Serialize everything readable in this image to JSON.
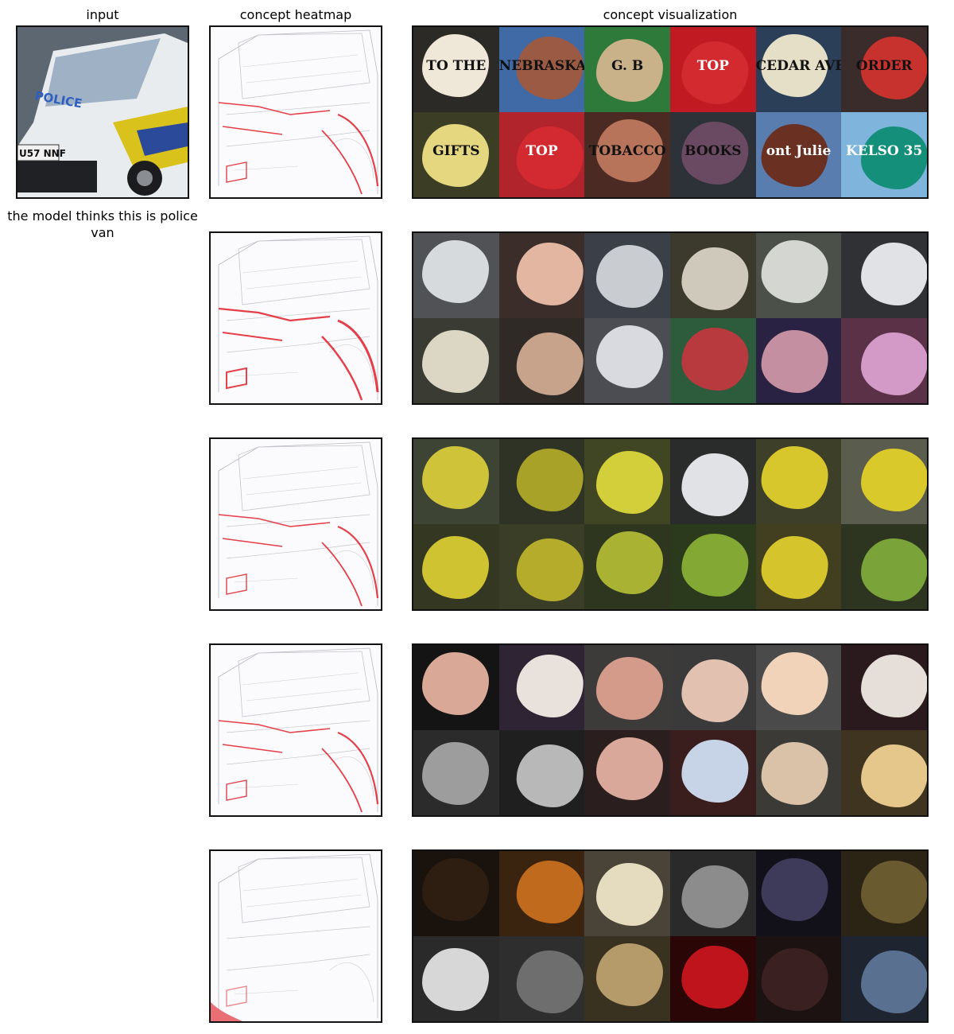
{
  "headers": {
    "input": "input",
    "heatmap": "concept heatmap",
    "visualization": "concept visualization"
  },
  "caption": "the model thinks this is police van",
  "input_image": {
    "description_icon": "police-van-photo",
    "van_text": "POLICE",
    "plate_text": "U57 NNF"
  },
  "concepts": [
    {
      "id": "signs",
      "heat_color": "#e0101c",
      "tiles": [
        {
          "bg": "#2b2a26",
          "blob": "#efe7d7",
          "text": "TO THE"
        },
        {
          "bg": "#3f6aa6",
          "blob": "#9b5a44",
          "text": "NEBRASKA"
        },
        {
          "bg": "#2e7a3a",
          "blob": "#c9b18a",
          "text": "G. B"
        },
        {
          "bg": "#c21a23",
          "blob": "#d22a2e",
          "text": "TOP"
        },
        {
          "bg": "#2c3f58",
          "blob": "#e6dfc8",
          "text": "CEDAR AVE"
        },
        {
          "bg": "#3a2c2a",
          "blob": "#c7322e",
          "text": "ORDER"
        },
        {
          "bg": "#3b3e24",
          "blob": "#e4d780",
          "text": "GIFTS"
        },
        {
          "bg": "#b2242c",
          "blob": "#d32a31",
          "text": "TOP"
        },
        {
          "bg": "#4a2a22",
          "blob": "#b8745a",
          "text": "TOBACCO"
        },
        {
          "bg": "#2d3138",
          "blob": "#6a4a63",
          "text": "BOOKS"
        },
        {
          "bg": "#5a7db0",
          "blob": "#6a3022",
          "text": "ont Julie"
        },
        {
          "bg": "#7fb4dc",
          "blob": "#138f7a",
          "text": "KELSO 35"
        }
      ]
    },
    {
      "id": "vans-faces",
      "heat_color": "#e0101c",
      "tiles": [
        {
          "bg": "#505256",
          "blob": "#d7dadd",
          "text": ""
        },
        {
          "bg": "#3a2d2a",
          "blob": "#e2b6a0",
          "text": ""
        },
        {
          "bg": "#3b4048",
          "blob": "#c9ccd1",
          "text": ""
        },
        {
          "bg": "#3b3a2c",
          "blob": "#cfc9bb",
          "text": ""
        },
        {
          "bg": "#4b5048",
          "blob": "#d4d6d2",
          "text": ""
        },
        {
          "bg": "#303134",
          "blob": "#e0e2e5",
          "text": ""
        },
        {
          "bg": "#3a3c34",
          "blob": "#dcd6c4",
          "text": ""
        },
        {
          "bg": "#2f2a26",
          "blob": "#c7a38c",
          "text": ""
        },
        {
          "bg": "#4c4d52",
          "blob": "#d9dadf",
          "text": ""
        },
        {
          "bg": "#2c5c3c",
          "blob": "#b8393e",
          "text": ""
        },
        {
          "bg": "#2a2242",
          "blob": "#c48fa0",
          "text": ""
        },
        {
          "bg": "#5b3148",
          "blob": "#d39ac8",
          "text": ""
        }
      ]
    },
    {
      "id": "yellow-fields",
      "heat_color": "#e0101c",
      "tiles": [
        {
          "bg": "#3d4434",
          "blob": "#cfc33a",
          "text": ""
        },
        {
          "bg": "#2f3326",
          "blob": "#a8a228",
          "text": ""
        },
        {
          "bg": "#404524",
          "blob": "#d3cf3a",
          "text": ""
        },
        {
          "bg": "#2a2c2c",
          "blob": "#e0e2e6",
          "text": ""
        },
        {
          "bg": "#3e3f28",
          "blob": "#d7c72c",
          "text": ""
        },
        {
          "bg": "#5a5c4e",
          "blob": "#d9c92b",
          "text": ""
        },
        {
          "bg": "#343822",
          "blob": "#cfc332",
          "text": ""
        },
        {
          "bg": "#3a3e26",
          "blob": "#b6ac2c",
          "text": ""
        },
        {
          "bg": "#2f361f",
          "blob": "#a9b232",
          "text": ""
        },
        {
          "bg": "#2b3a1c",
          "blob": "#84a834",
          "text": ""
        },
        {
          "bg": "#413f20",
          "blob": "#d6c42c",
          "text": ""
        },
        {
          "bg": "#2d3521",
          "blob": "#7aa43a",
          "text": ""
        }
      ]
    },
    {
      "id": "bow-ties",
      "heat_color": "#e0101c",
      "tiles": [
        {
          "bg": "#141414",
          "blob": "#d9a897",
          "text": ""
        },
        {
          "bg": "#2e2433",
          "blob": "#e9e2dc",
          "text": ""
        },
        {
          "bg": "#3d3b3a",
          "blob": "#d49b8a",
          "text": ""
        },
        {
          "bg": "#3a3a3a",
          "blob": "#e3c1b1",
          "text": ""
        },
        {
          "bg": "#4a4a4a",
          "blob": "#f0d3b8",
          "text": ""
        },
        {
          "bg": "#2a1a1e",
          "blob": "#e6ded8",
          "text": ""
        },
        {
          "bg": "#2b2b2b",
          "blob": "#9d9d9d",
          "text": ""
        },
        {
          "bg": "#1f1f1f",
          "blob": "#b8b8b8",
          "text": ""
        },
        {
          "bg": "#2a1e1e",
          "blob": "#d9a89a",
          "text": ""
        },
        {
          "bg": "#3a1d1d",
          "blob": "#c7d3e7",
          "text": ""
        },
        {
          "bg": "#3b3a36",
          "blob": "#d9c2a7",
          "text": ""
        },
        {
          "bg": "#3e3420",
          "blob": "#e5c68b",
          "text": ""
        }
      ]
    },
    {
      "id": "textures",
      "heat_color": "#e0101c",
      "tiles": [
        {
          "bg": "#1a120c",
          "blob": "#2e1e12",
          "text": ""
        },
        {
          "bg": "#3a2410",
          "blob": "#c06a1e",
          "text": ""
        },
        {
          "bg": "#4a4438",
          "blob": "#e5dcc0",
          "text": ""
        },
        {
          "bg": "#2a2a2a",
          "blob": "#8c8c8c",
          "text": ""
        },
        {
          "bg": "#121018",
          "blob": "#3e3a5a",
          "text": ""
        },
        {
          "bg": "#2b2414",
          "blob": "#6a5a30",
          "text": ""
        },
        {
          "bg": "#2a2a2a",
          "blob": "#d7d7d7",
          "text": ""
        },
        {
          "bg": "#2e2e2e",
          "blob": "#6e6e6e",
          "text": ""
        },
        {
          "bg": "#3a3220",
          "blob": "#b59a6a",
          "text": ""
        },
        {
          "bg": "#2a0606",
          "blob": "#c0141c",
          "text": ""
        },
        {
          "bg": "#1c1212",
          "blob": "#3a2020",
          "text": ""
        },
        {
          "bg": "#1e2430",
          "blob": "#5a7090",
          "text": ""
        }
      ]
    }
  ]
}
